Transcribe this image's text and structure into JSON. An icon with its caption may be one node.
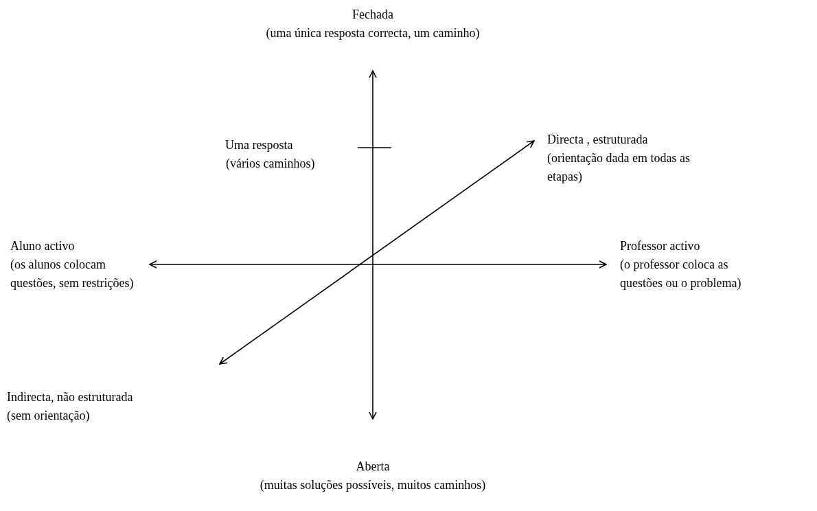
{
  "diagram": {
    "labels": [
      "Fechada",
      "(uma única resposta correcta, um caminho)",
      "Uma resposta",
      "(vários caminhos)",
      "Directa , estruturada",
      "(orientação dada em todas as etapas)",
      "Aluno activo",
      "(os alunos colocam questões, sem restrições)",
      "Professor activo",
      "(o professor coloca as questões ou o problema)",
      "Indirecta, não estruturada",
      "(sem orientação)",
      "Aberta",
      "(muitas soluções possíveis, muitos caminhos)"
    ]
  }
}
